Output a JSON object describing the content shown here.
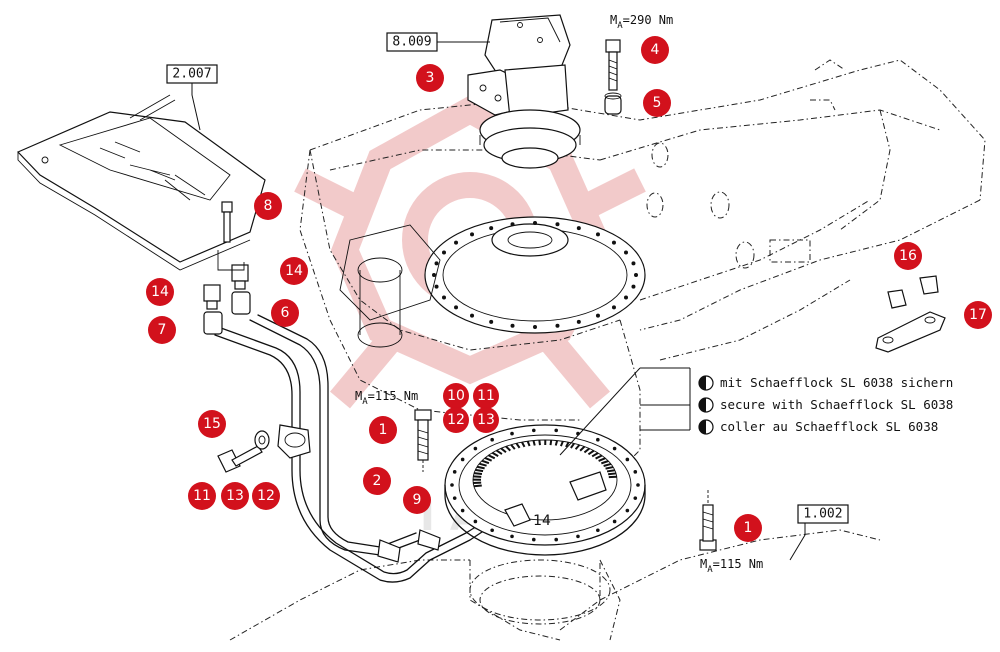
{
  "colors": {
    "callout": "#d2111c",
    "watermark": "#e8a0a0",
    "line": "#111111"
  },
  "references": [
    {
      "id": "ref-8009",
      "label": "8.009"
    },
    {
      "id": "ref-2007",
      "label": "2.007"
    },
    {
      "id": "ref-1002",
      "label": "1.002"
    }
  ],
  "torques": {
    "t290": {
      "prefix": "M",
      "sub": "A",
      "value": "=290 Nm"
    },
    "t115a": {
      "prefix": "M",
      "sub": "A",
      "value": "=115 Nm"
    },
    "t115b": {
      "prefix": "M",
      "sub": "A",
      "value": "=115 Nm"
    }
  },
  "legend": [
    "mit Schaefflock SL 6038 sichern",
    "secure with Schaefflock SL 6038",
    "coller au Schaefflock SL 6038"
  ],
  "callouts": [
    {
      "id": "c3",
      "label": "3"
    },
    {
      "id": "c4",
      "label": "4"
    },
    {
      "id": "c5",
      "label": "5"
    },
    {
      "id": "c8",
      "label": "8"
    },
    {
      "id": "c14a",
      "label": "14"
    },
    {
      "id": "c14b",
      "label": "14"
    },
    {
      "id": "c6",
      "label": "6"
    },
    {
      "id": "c7",
      "label": "7"
    },
    {
      "id": "c16",
      "label": "16"
    },
    {
      "id": "c17",
      "label": "17"
    },
    {
      "id": "c10",
      "label": "10"
    },
    {
      "id": "c11a",
      "label": "11"
    },
    {
      "id": "c12a",
      "label": "12"
    },
    {
      "id": "c13a",
      "label": "13"
    },
    {
      "id": "c1a",
      "label": "1"
    },
    {
      "id": "c15",
      "label": "15"
    },
    {
      "id": "c2",
      "label": "2"
    },
    {
      "id": "c9",
      "label": "9"
    },
    {
      "id": "c11b",
      "label": "11"
    },
    {
      "id": "c13b",
      "label": "13"
    },
    {
      "id": "c12b",
      "label": "12"
    },
    {
      "id": "c1b",
      "label": "1"
    }
  ],
  "plain_labels": {
    "fitting_14": "14"
  }
}
